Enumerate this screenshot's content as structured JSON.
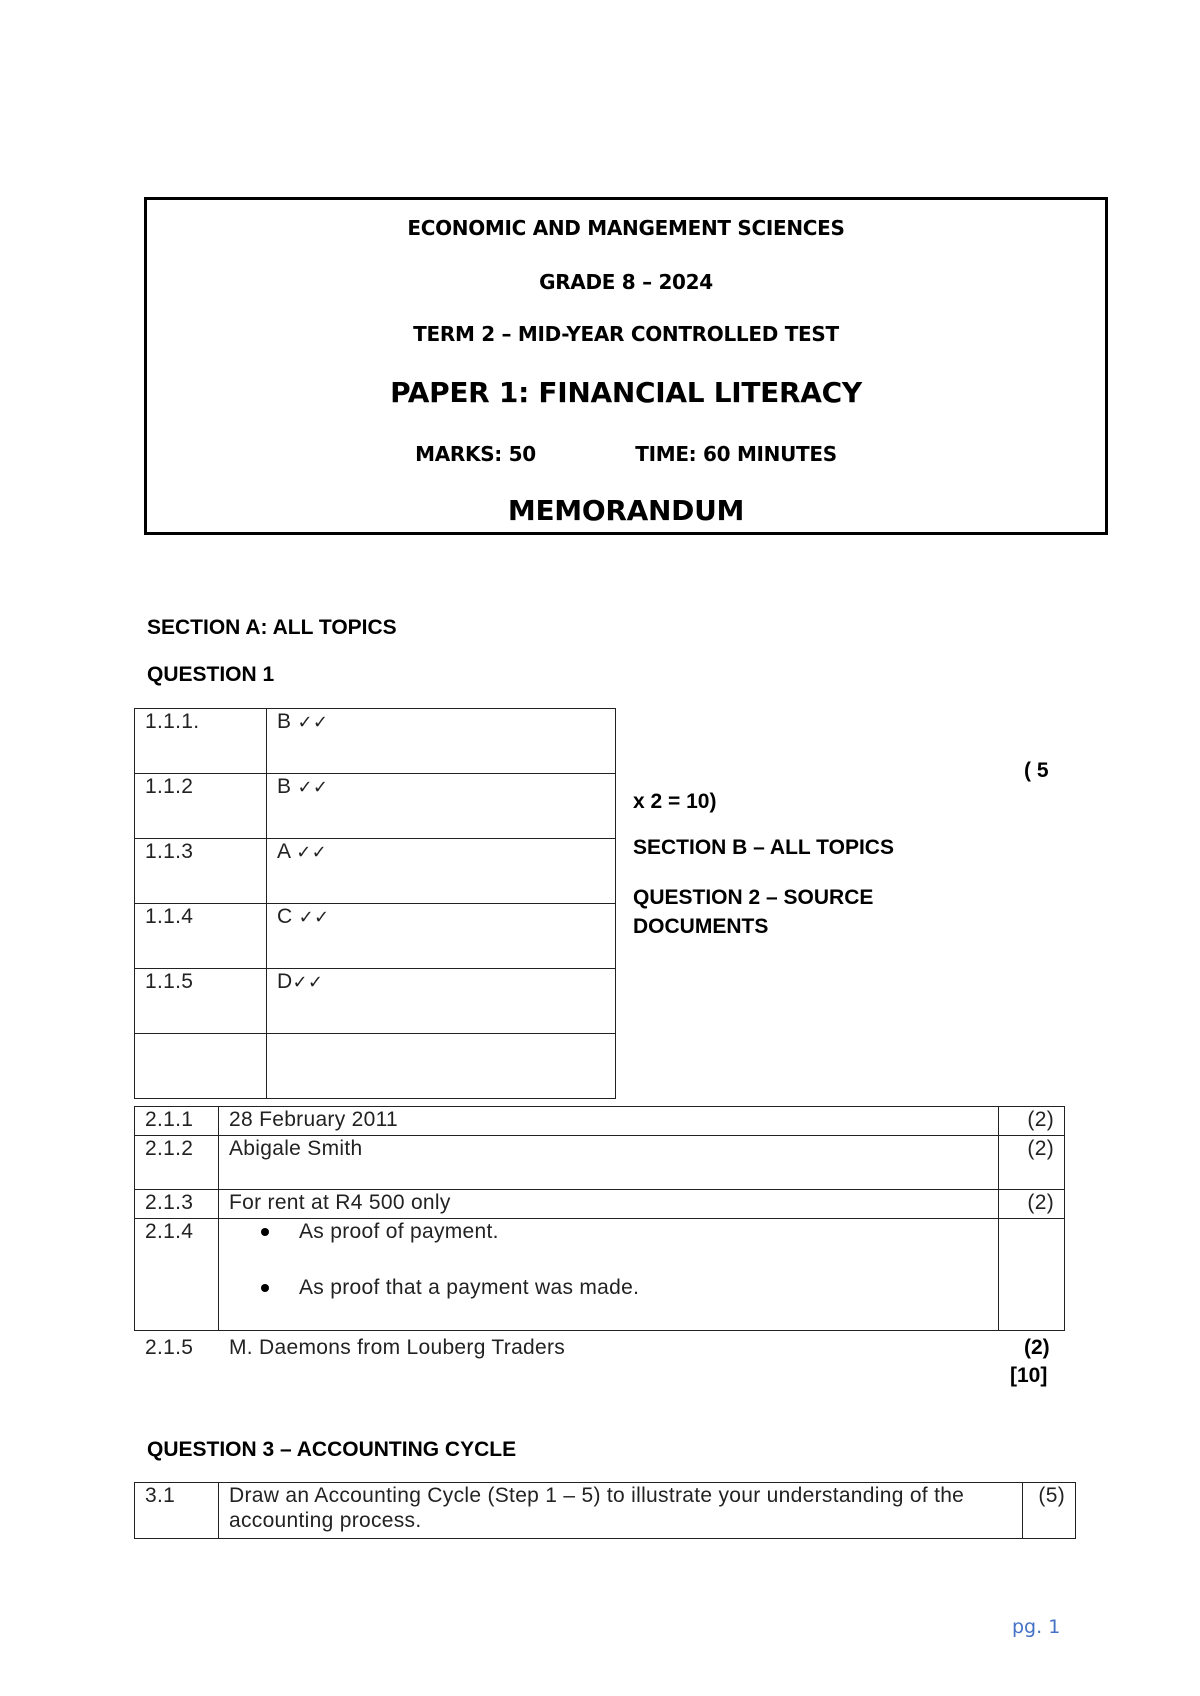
{
  "header": {
    "subject": "ECONOMIC AND MANGEMENT SCIENCES",
    "grade": "GRADE 8 – 2024",
    "term": "TERM 2 – MID-YEAR CONTROLLED TEST",
    "paper": "PAPER 1: FINANCIAL LITERACY",
    "marks": "MARKS: 50",
    "time": "TIME: 60 MINUTES",
    "doc_type": "MEMORANDUM"
  },
  "section_a": {
    "title": "SECTION A: ALL TOPICS",
    "question_title": "QUESTION 1",
    "rows": [
      {
        "num": "1.1.1.",
        "answer": "B",
        "ticks": "✓✓"
      },
      {
        "num": "1.1.2",
        "answer": "B",
        "ticks": "✓✓"
      },
      {
        "num": "1.1.3",
        "answer": "A",
        "ticks": "✓✓"
      },
      {
        "num": "1.1.4",
        "answer": "C",
        "ticks": "✓✓"
      },
      {
        "num": "1.1.5",
        "answer": "D",
        "ticks": "✓✓"
      },
      {
        "num": "",
        "answer": "",
        "ticks": ""
      }
    ],
    "total_part1": "( 5",
    "total_part2": "x 2 = 10)"
  },
  "section_b": {
    "title": "SECTION B – ALL TOPICS",
    "question2_title_line1": "QUESTION 2 – SOURCE",
    "question2_title_line2": "DOCUMENTS",
    "q2_rows": [
      {
        "num": "2.1.1",
        "answer": "28 February 2011",
        "marks": "(2)"
      },
      {
        "num": "2.1.2",
        "answer": "Abigale Smith",
        "marks": "(2)"
      },
      {
        "num": "2.1.3",
        "answer": "For rent at R4 500 only",
        "marks": "(2)"
      },
      {
        "num": "2.1.4",
        "bullets": [
          "As proof of payment.",
          "As proof that a payment was made."
        ],
        "marks": ""
      },
      {
        "num": "2.1.5",
        "answer": "M. Daemons from Louberg Traders",
        "marks": "(2)"
      }
    ],
    "q2_total": "[10]",
    "question3_title": "QUESTION 3 – ACCOUNTING CYCLE",
    "q3_rows": [
      {
        "num": "3.1",
        "answer": "Draw an Accounting Cycle (Step 1 – 5) to illustrate your understanding of the accounting process.",
        "marks": "(5)"
      }
    ]
  },
  "footer": {
    "page_label": "pg. 1"
  }
}
